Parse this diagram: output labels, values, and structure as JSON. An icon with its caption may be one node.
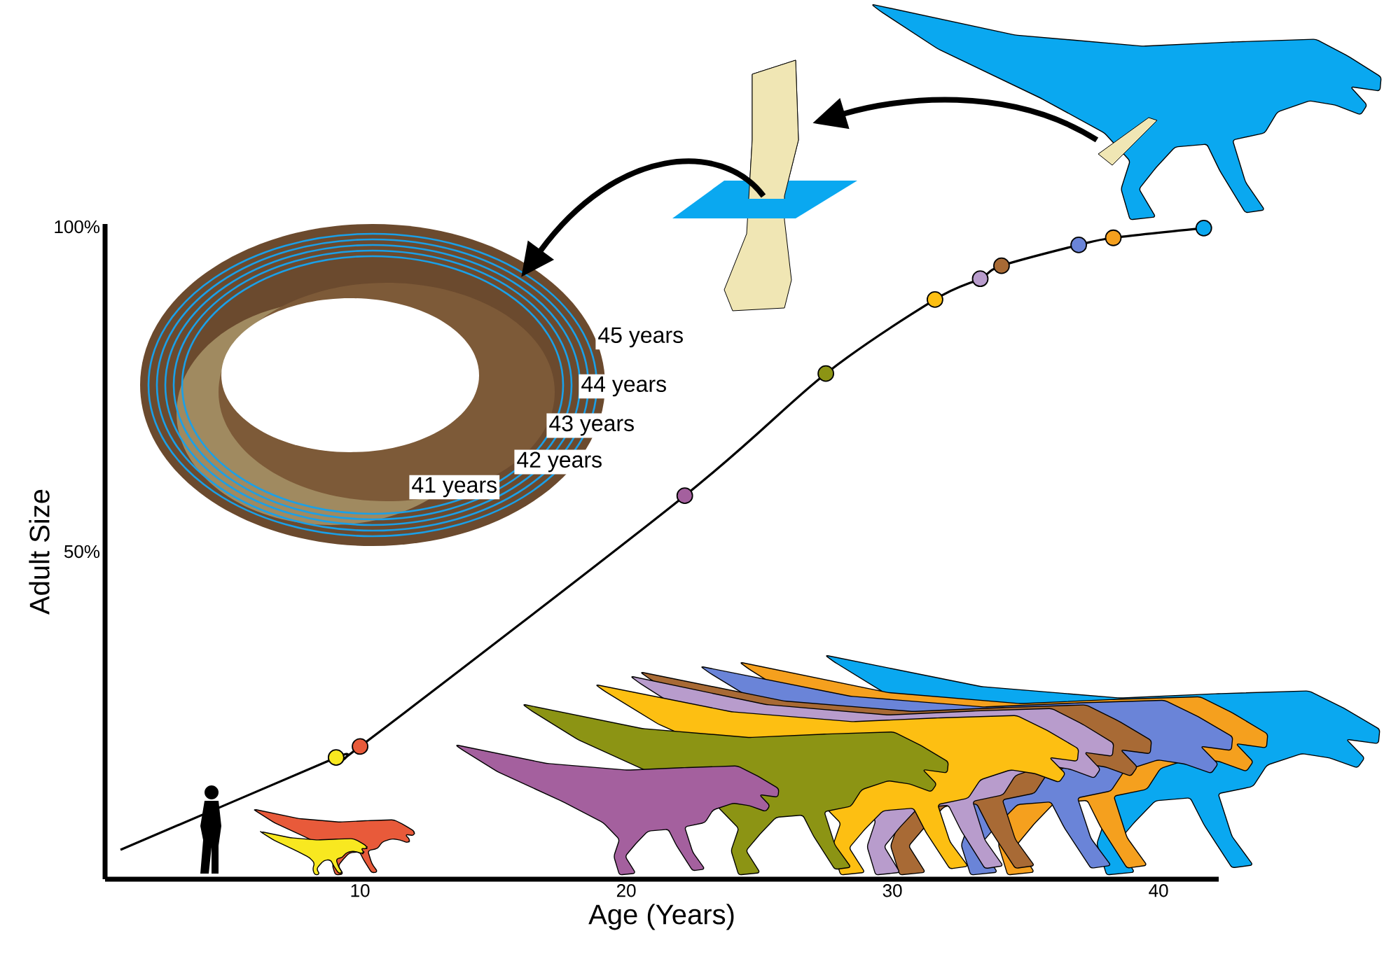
{
  "diagram": {
    "nodes": [
      {
        "text": [],
        "shape": "picture"
      },
      {
        "text": [],
        "shape": "picture"
      },
      {
        "text": [],
        "shape": "picture"
      }
    ],
    "edges": [
      {
        "from": 0,
        "to": 1,
        "arrow": "to"
      },
      {
        "from": 1,
        "to": 2,
        "arrow": "to"
      }
    ],
    "labels": [
      "45 years",
      "44 years",
      "43 years",
      "42 years",
      "41 years"
    ],
    "chart_data": {
      "type": "line",
      "xlabel": "Age (Years)",
      "ylabel": "Adult Size",
      "x": [
        1.0,
        9.1,
        10.0,
        22.2,
        27.5,
        31.6,
        33.3,
        34.1,
        37.0,
        38.3,
        41.7
      ],
      "series": [
        {
          "color": "#000000",
          "marker": "circle",
          "values": [
            4.1,
            18.3,
            20.0,
            58.6,
            77.4,
            88.8,
            92.0,
            94.0,
            97.2,
            98.3,
            99.8
          ]
        }
      ],
      "xticks": [
        10,
        20,
        30,
        40
      ],
      "yticks": [
        {
          "value": 50,
          "label": "50%"
        },
        {
          "value": 100,
          "label": "100%"
        }
      ],
      "xlim": [
        0.42,
        42.26
      ],
      "ylim": [
        -0.43,
        100.43
      ]
    }
  }
}
